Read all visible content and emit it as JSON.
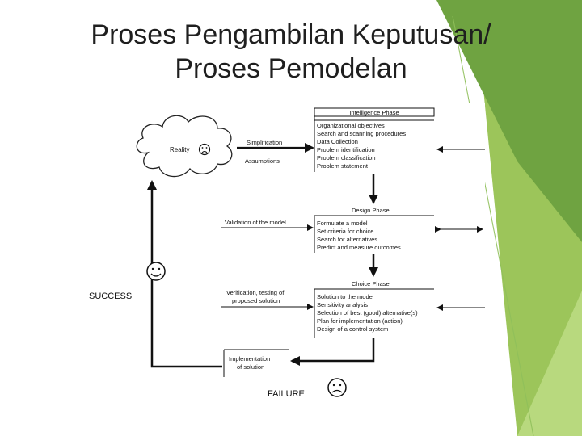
{
  "slide": {
    "title_line1": "Proses Pengambilan Keputusan/",
    "title_line2": "Proses Pemodelan"
  },
  "colors": {
    "green_dark": "#6FA341",
    "green_light": "#9CC55A",
    "green_lighter": "#B8D97E"
  },
  "diagram": {
    "reality": "Reality",
    "simplification": "Simplification",
    "assumptions": "Assumptions",
    "validation": "Validation of the model",
    "verification_line1": "Verification, testing of",
    "verification_line2": "proposed solution",
    "success": "SUCCESS",
    "failure": "FAILURE",
    "implementation_line1": "Implementation",
    "implementation_line2": "of solution",
    "phases": [
      {
        "title": "Intelligence Phase",
        "items": [
          "Organizational objectives",
          "Search and scanning procedures",
          "Data Collection",
          "Problem identification",
          "Problem classification",
          "Problem statement"
        ]
      },
      {
        "title": "Design Phase",
        "items": [
          "Formulate a model",
          "Set criteria for choice",
          "Search for alternatives",
          "Predict and measure outcomes"
        ]
      },
      {
        "title": "Choice Phase",
        "items": [
          "Solution to the model",
          "Sensitivity analysis",
          "Selection of best (good) alternative(s)",
          "Plan for implementation (action)",
          "Design of a control system"
        ]
      }
    ]
  }
}
